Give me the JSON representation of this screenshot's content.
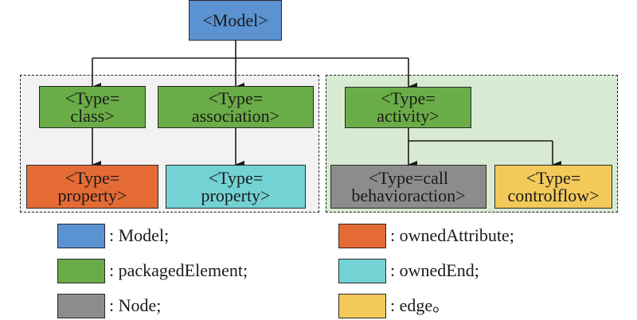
{
  "colors": {
    "model": "#5b92d2",
    "packagedElement": "#6aac47",
    "node": "#8c8c8c",
    "ownedAttribute": "#e56b35",
    "ownedEnd": "#73d2d4",
    "edge": "#f3c95a",
    "group_left_bg": "#f2f2f2",
    "group_right_bg": "#d9ead3"
  },
  "nodes": {
    "model": {
      "line1": "<Model>"
    },
    "class": {
      "line1": "<Type=",
      "line2": "class>"
    },
    "association": {
      "line1": "<Type=",
      "line2": "association>"
    },
    "activity": {
      "line1": "<Type=",
      "line2": "activity>"
    },
    "property_attr": {
      "line1": "<Type=",
      "line2": "property>"
    },
    "property_end": {
      "line1": "<Type=",
      "line2": "property>"
    },
    "callbehavior": {
      "line1": "<Type=call",
      "line2": "behavioraction>"
    },
    "controlflow": {
      "line1": "<Type=",
      "line2": "controlflow>"
    }
  },
  "legend": [
    {
      "label": ": Model;",
      "color_key": "model"
    },
    {
      "label": ": packagedElement;",
      "color_key": "packagedElement"
    },
    {
      "label": ": Node;",
      "color_key": "node"
    },
    {
      "label": ": ownedAttribute;",
      "color_key": "ownedAttribute"
    },
    {
      "label": ": ownedEnd;",
      "color_key": "ownedEnd"
    },
    {
      "label": ": edge。",
      "color_key": "edge"
    }
  ]
}
